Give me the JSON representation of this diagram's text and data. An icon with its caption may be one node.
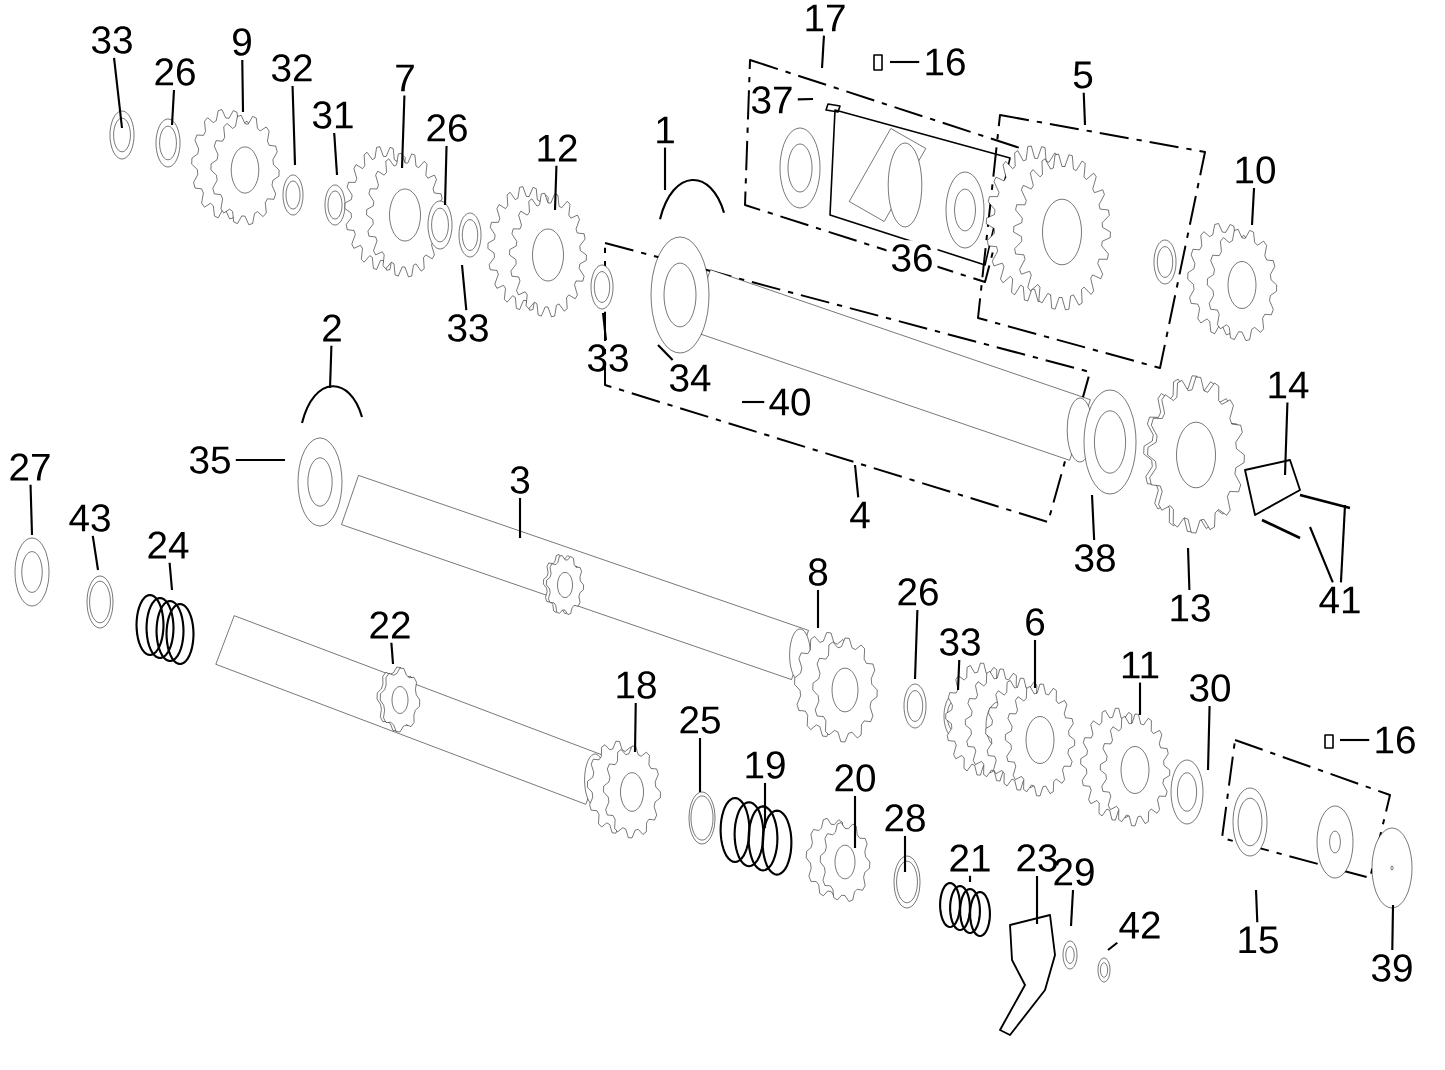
{
  "diagram": {
    "nodes": [
      {
        "text": [
          "33"
        ]
      },
      {
        "text": [
          "26"
        ]
      },
      {
        "text": [
          "9"
        ]
      },
      {
        "text": [
          "32"
        ]
      },
      {
        "text": [
          "31"
        ]
      },
      {
        "text": [
          "7"
        ]
      },
      {
        "text": [
          "26"
        ]
      },
      {
        "text": [
          "12"
        ]
      },
      {
        "text": [
          "1"
        ]
      },
      {
        "text": [
          "33"
        ]
      },
      {
        "text": [
          "33"
        ]
      },
      {
        "text": [
          "34"
        ]
      },
      {
        "text": [
          "40"
        ]
      },
      {
        "text": [
          "17"
        ]
      },
      {
        "text": [
          "16"
        ]
      },
      {
        "text": [
          "37"
        ]
      },
      {
        "text": [
          "5"
        ]
      },
      {
        "text": [
          "10"
        ]
      },
      {
        "text": [
          "2"
        ]
      },
      {
        "text": [
          "35"
        ]
      },
      {
        "text": [
          "3"
        ]
      },
      {
        "text": [
          "4"
        ]
      },
      {
        "text": [
          "38"
        ]
      },
      {
        "text": [
          "14"
        ]
      },
      {
        "text": [
          "13"
        ]
      },
      {
        "text": [
          "41"
        ]
      },
      {
        "text": [
          "27"
        ]
      },
      {
        "text": [
          "43"
        ]
      },
      {
        "text": [
          "24"
        ]
      },
      {
        "text": [
          "22"
        ]
      },
      {
        "text": [
          "8"
        ]
      },
      {
        "text": [
          "26"
        ]
      },
      {
        "text": [
          "33"
        ]
      },
      {
        "text": [
          "6"
        ]
      },
      {
        "text": [
          "11"
        ]
      },
      {
        "text": [
          "30"
        ]
      },
      {
        "text": [
          "16"
        ]
      },
      {
        "text": [
          "18"
        ]
      },
      {
        "text": [
          "25"
        ]
      },
      {
        "text": [
          "19"
        ]
      },
      {
        "text": [
          "20"
        ]
      },
      {
        "text": [
          "28"
        ]
      },
      {
        "text": [
          "21"
        ]
      },
      {
        "text": [
          "23"
        ]
      },
      {
        "text": [
          "29"
        ]
      },
      {
        "text": [
          "42"
        ]
      },
      {
        "text": [
          "15"
        ]
      },
      {
        "text": [
          "39"
        ]
      }
    ],
    "edges": [
      {
        "from": 0,
        "to": null,
        "arrow": "none"
      },
      {
        "from": 1,
        "to": null,
        "arrow": "none"
      },
      {
        "from": 2,
        "to": null,
        "arrow": "none"
      },
      {
        "from": 3,
        "to": null,
        "arrow": "none"
      },
      {
        "from": 4,
        "to": null,
        "arrow": "none"
      },
      {
        "from": 5,
        "to": null,
        "arrow": "none"
      },
      {
        "from": 6,
        "to": null,
        "arrow": "none"
      },
      {
        "from": 7,
        "to": null,
        "arrow": "none"
      },
      {
        "from": 8,
        "to": null,
        "arrow": "none"
      },
      {
        "from": 9,
        "to": null,
        "arrow": "none"
      },
      {
        "from": 10,
        "to": null,
        "arrow": "none"
      },
      {
        "from": 11,
        "to": null,
        "arrow": "none"
      },
      {
        "from": 12,
        "to": null,
        "arrow": "none"
      },
      {
        "from": 13,
        "to": null,
        "arrow": "none"
      },
      {
        "from": 14,
        "to": null,
        "arrow": "none"
      },
      {
        "from": 15,
        "to": null,
        "arrow": "none"
      },
      {
        "from": 16,
        "to": null,
        "arrow": "none"
      },
      {
        "from": 17,
        "to": null,
        "arrow": "none"
      },
      {
        "from": 18,
        "to": null,
        "arrow": "none"
      },
      {
        "from": 19,
        "to": null,
        "arrow": "none"
      },
      {
        "from": 20,
        "to": null,
        "arrow": "none"
      },
      {
        "from": 21,
        "to": null,
        "arrow": "none"
      },
      {
        "from": 22,
        "to": null,
        "arrow": "none"
      },
      {
        "from": 23,
        "to": null,
        "arrow": "none"
      },
      {
        "from": 24,
        "to": null,
        "arrow": "none"
      },
      {
        "from": 25,
        "to": null,
        "arrow": "none"
      },
      {
        "from": 25,
        "to": null,
        "arrow": "none"
      },
      {
        "from": 26,
        "to": null,
        "arrow": "none"
      },
      {
        "from": 27,
        "to": null,
        "arrow": "none"
      },
      {
        "from": 28,
        "to": null,
        "arrow": "none"
      },
      {
        "from": 29,
        "to": null,
        "arrow": "none"
      },
      {
        "from": 30,
        "to": null,
        "arrow": "none"
      },
      {
        "from": 31,
        "to": null,
        "arrow": "none"
      },
      {
        "from": 32,
        "to": null,
        "arrow": "none"
      },
      {
        "from": 33,
        "to": null,
        "arrow": "none"
      },
      {
        "from": 34,
        "to": null,
        "arrow": "none"
      },
      {
        "from": 35,
        "to": null,
        "arrow": "none"
      },
      {
        "from": 36,
        "to": null,
        "arrow": "none"
      },
      {
        "from": 37,
        "to": null,
        "arrow": "none"
      },
      {
        "from": 38,
        "to": null,
        "arrow": "none"
      },
      {
        "from": 39,
        "to": null,
        "arrow": "none"
      },
      {
        "from": 40,
        "to": null,
        "arrow": "none"
      },
      {
        "from": 41,
        "to": null,
        "arrow": "none"
      },
      {
        "from": 42,
        "to": null,
        "arrow": "none"
      },
      {
        "from": 43,
        "to": null,
        "arrow": "none"
      },
      {
        "from": 44,
        "to": null,
        "arrow": "none"
      },
      {
        "from": 45,
        "to": null,
        "arrow": "none"
      },
      {
        "from": 46,
        "to": null,
        "arrow": "none"
      },
      {
        "from": 47,
        "to": null,
        "arrow": "none"
      }
    ],
    "labels": [
      "36"
    ]
  }
}
